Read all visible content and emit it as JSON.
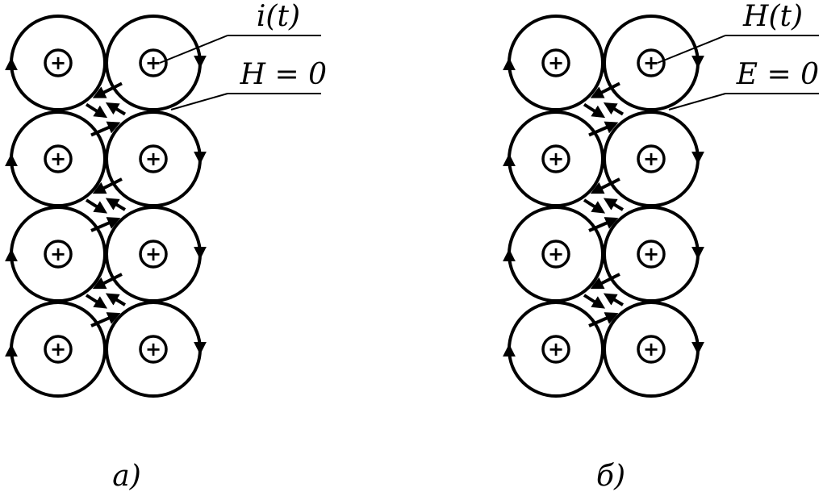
{
  "colors": {
    "stroke": "#000000",
    "background": "#ffffff"
  },
  "panel_a": {
    "caption": "a)",
    "wire_label": "i(t)",
    "boundary_label": "H = 0",
    "conductor_symbol": "+"
  },
  "panel_b": {
    "caption": "б)",
    "wire_label": "H(t)",
    "boundary_label": "E = 0",
    "conductor_symbol": "+"
  }
}
